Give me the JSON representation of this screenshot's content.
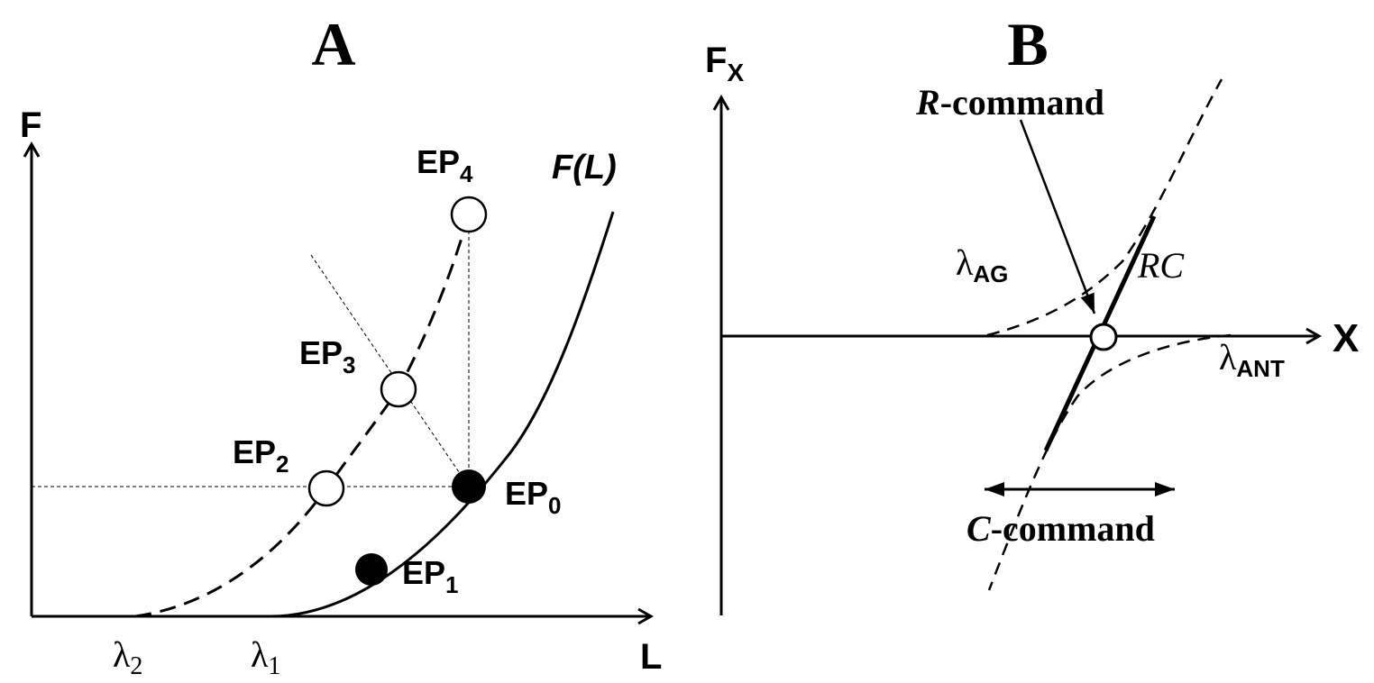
{
  "panel_a": {
    "title": "A",
    "y_axis_label": "F",
    "x_axis_label": "L",
    "curve_label": "F(L)",
    "lambda2": {
      "sym": "λ",
      "sub": "2"
    },
    "lambda1": {
      "sym": "λ",
      "sub": "1"
    },
    "points": [
      {
        "base": "EP",
        "sub": "0",
        "filled": true
      },
      {
        "base": "EP",
        "sub": "1",
        "filled": true
      },
      {
        "base": "EP",
        "sub": "2",
        "filled": false
      },
      {
        "base": "EP",
        "sub": "3",
        "filled": false
      },
      {
        "base": "EP",
        "sub": "4",
        "filled": false
      }
    ]
  },
  "panel_b": {
    "title": "B",
    "y_axis_label": {
      "base": "F",
      "sub": "X"
    },
    "x_axis_label": "X",
    "r_command": {
      "italic": "R",
      "rest": "-command"
    },
    "c_command": {
      "italic": "C",
      "rest": "-command"
    },
    "rc_label": "RC",
    "lambda_ag": {
      "sym": "λ",
      "sub": "AG"
    },
    "lambda_ant": {
      "sym": "λ",
      "sub": "ANT"
    }
  }
}
